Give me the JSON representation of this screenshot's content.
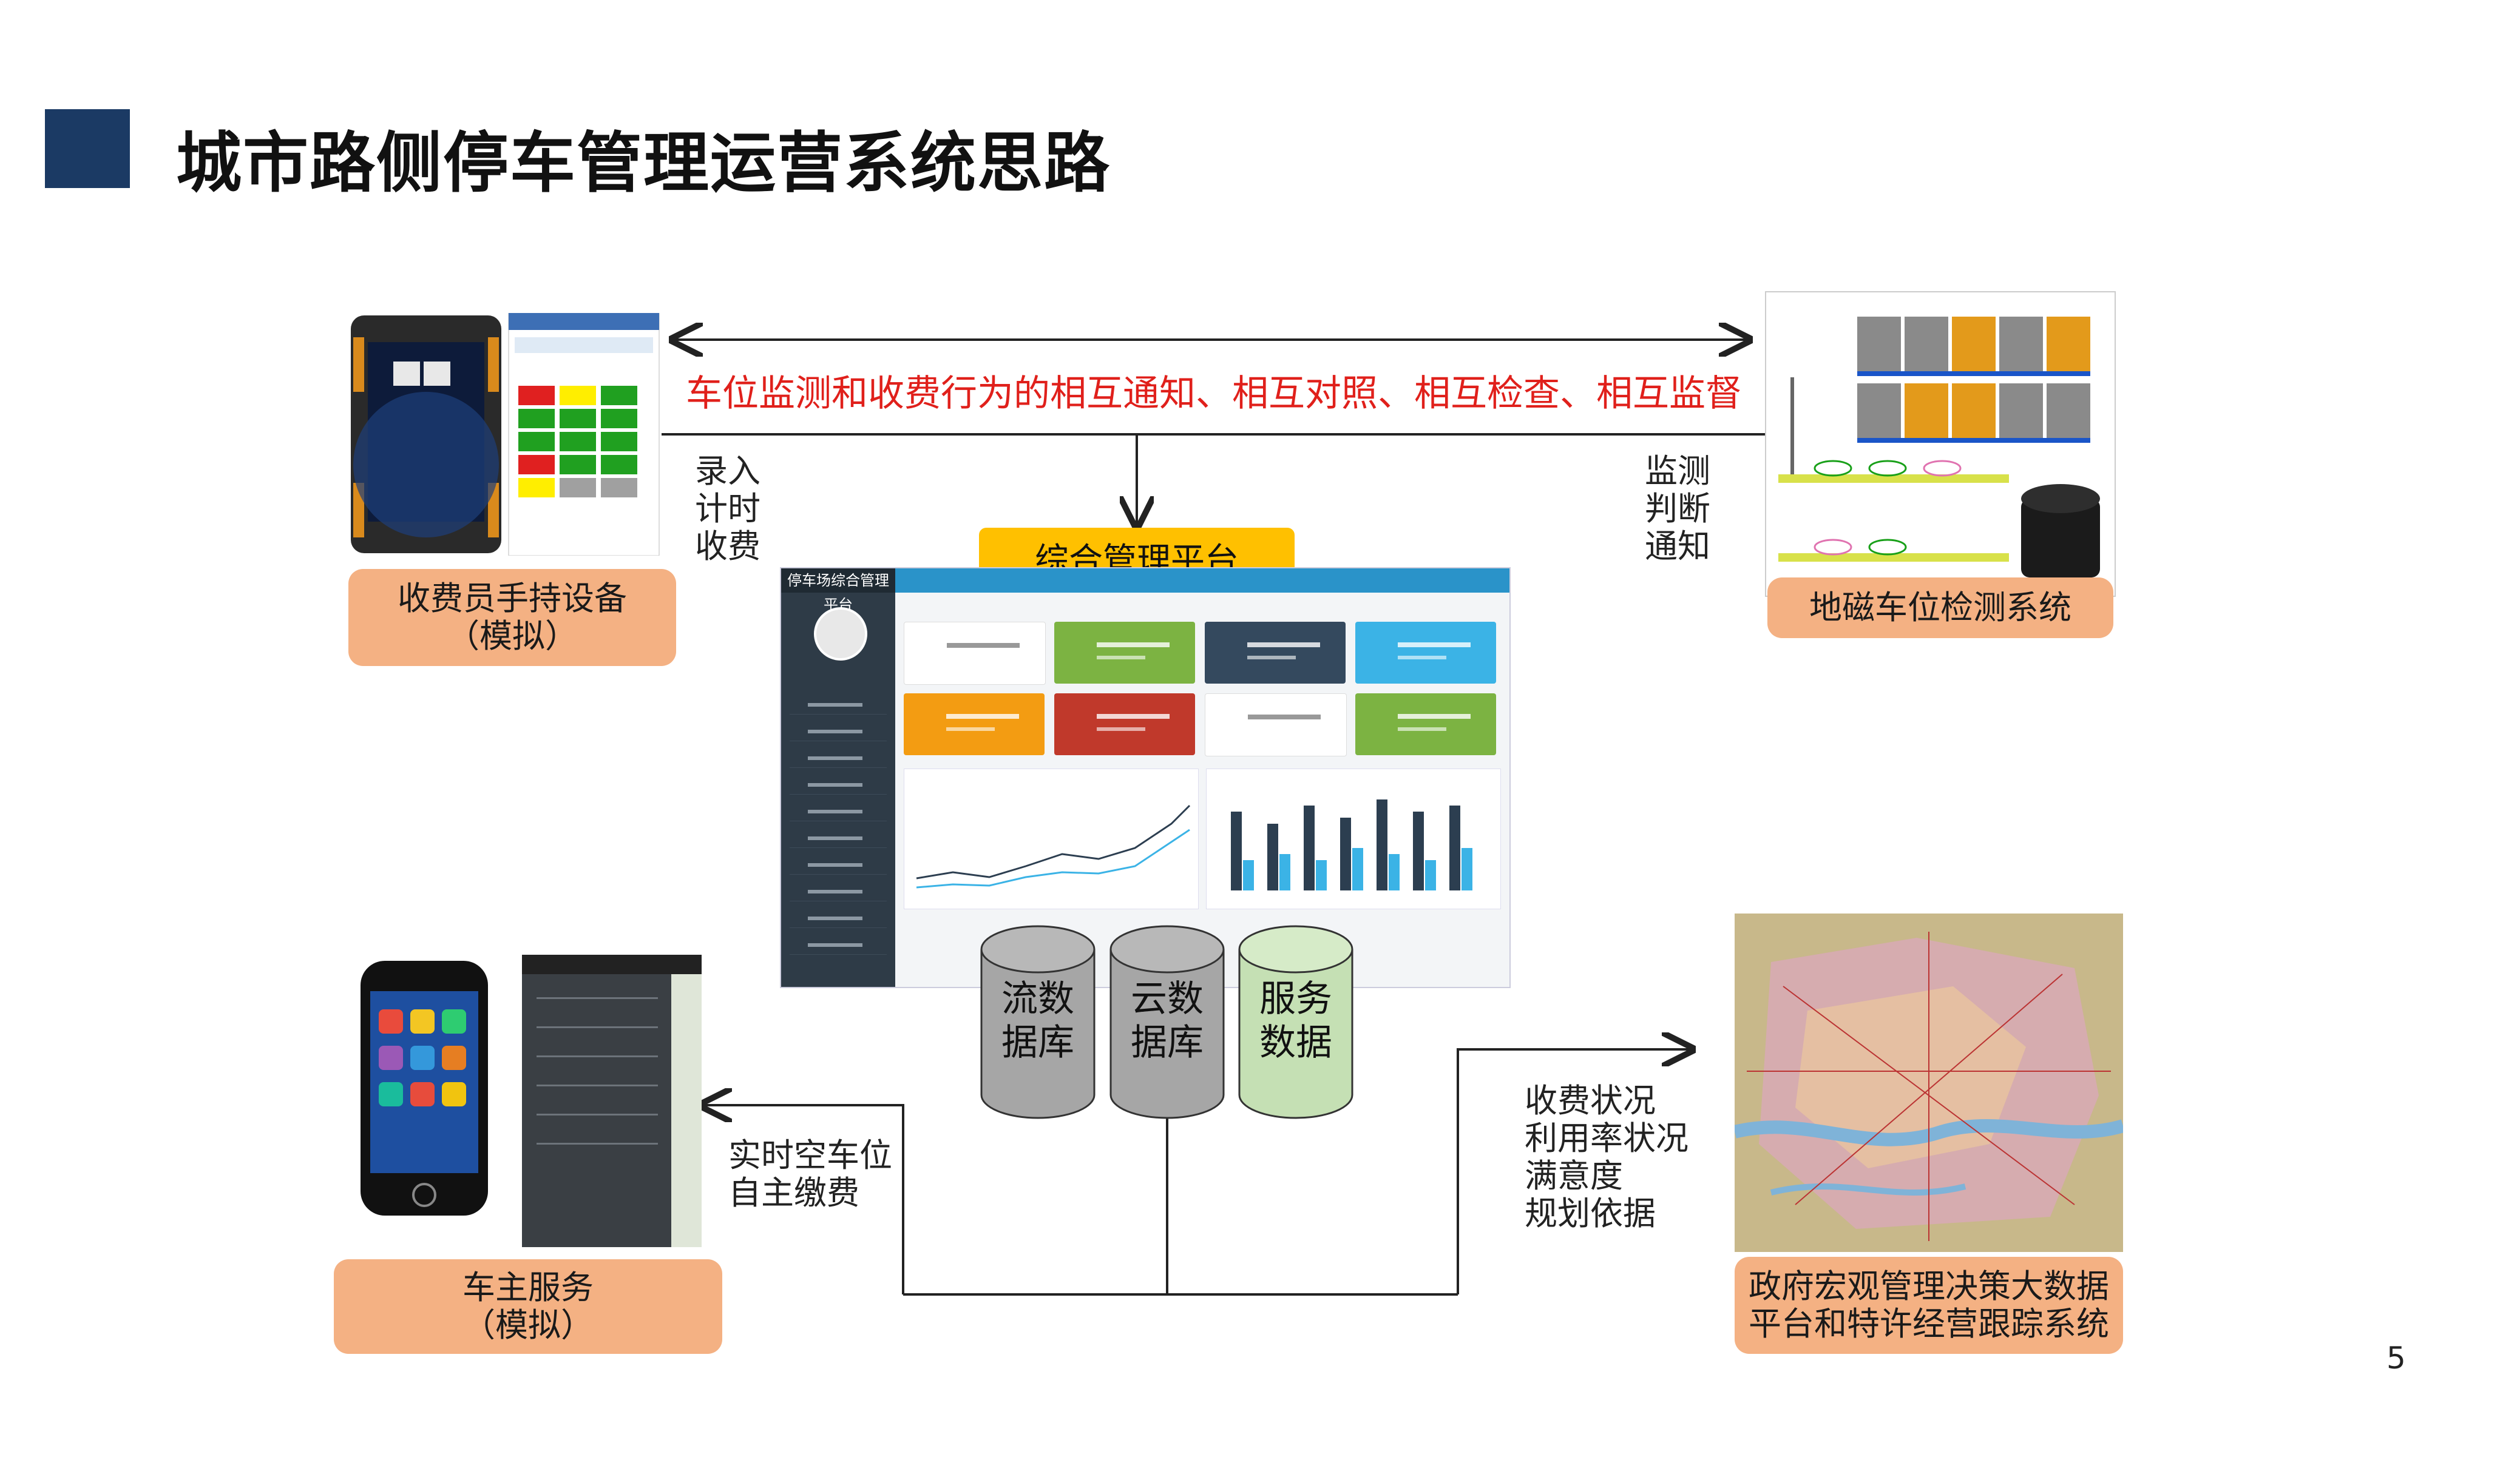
{
  "slide": {
    "title": "城市路侧停车管理运营系统思路",
    "page_number": "5"
  },
  "top_banner": {
    "text": "车位监测和收费行为的相互通知、相互对照、相互检查、相互监督"
  },
  "left_labels": [
    "录入",
    "计时",
    "收费"
  ],
  "right_labels": [
    "监测",
    "判断",
    "通知"
  ],
  "platform": {
    "label": "综合管理平台"
  },
  "dashboard": {
    "brand": "停车场综合管理平台"
  },
  "databases": [
    {
      "line1": "流数",
      "line2": "据库",
      "color": "#a6a6a6"
    },
    {
      "line1": "云数",
      "line2": "据库",
      "color": "#a6a6a6"
    },
    {
      "line1": "服务",
      "line2": "数据",
      "color": "#c5e0b4"
    }
  ],
  "nodes": {
    "handheld": {
      "line1": "收费员手持设备",
      "line2": "（模拟）"
    },
    "geomagnetic": {
      "line1": "地磁车位检测系统"
    },
    "owner": {
      "line1": "车主服务",
      "line2": "（模拟）"
    },
    "government": {
      "line1": "政府宏观管理决策大数据",
      "line2": "平台和特许经营跟踪系统"
    }
  },
  "owner_labels": [
    "实时空车位",
    "自主缴费"
  ],
  "gov_labels": [
    "收费状况",
    "利用率状况",
    "满意度",
    "规划依据"
  ],
  "colors": {
    "accent_navy": "#1b3a64",
    "pill_orange": "#f4b183",
    "banner_red": "#e0201b",
    "platform_yellow": "#ffc000"
  }
}
